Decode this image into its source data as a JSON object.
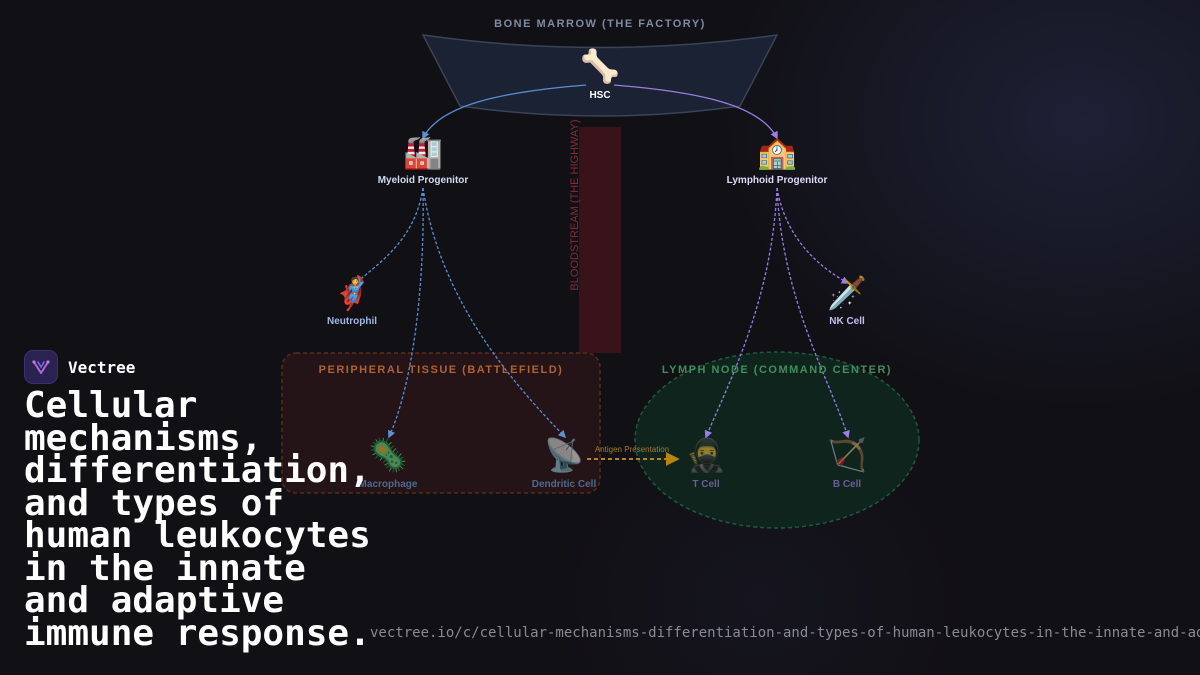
{
  "diagram": {
    "zones": {
      "bone_marrow": "BONE MARROW (THE FACTORY)",
      "bloodstream": "BLOODSTREAM (THE HIGHWAY)",
      "peripheral_tissue": "PERIPHERAL TISSUE (BATTLEFIELD)",
      "lymph_node": "LYMPH NODE (COMMAND CENTER)"
    },
    "nodes": {
      "hsc": {
        "label": "HSC",
        "icon": "bone-icon",
        "glyph": "🦴"
      },
      "myeloid": {
        "label": "Myeloid Progenitor",
        "icon": "factory-icon",
        "glyph": "🏭"
      },
      "lymphoid": {
        "label": "Lymphoid Progenitor",
        "icon": "school-icon",
        "glyph": "🏫"
      },
      "neutrophil": {
        "label": "Neutrophil",
        "icon": "superhero-icon",
        "glyph": "🦸"
      },
      "nk_cell": {
        "label": "NK Cell",
        "icon": "dagger-icon",
        "glyph": "🗡️"
      },
      "macrophage": {
        "label": "Macrophage",
        "icon": "microbe-icon",
        "glyph": "🦠"
      },
      "dendritic": {
        "label": "Dendritic Cell",
        "icon": "satellite-dish-icon",
        "glyph": "📡"
      },
      "t_cell": {
        "label": "T Cell",
        "icon": "ninja-icon",
        "glyph": "🥷"
      },
      "b_cell": {
        "label": "B Cell",
        "icon": "bow-and-arrow-icon",
        "glyph": "🏹"
      }
    },
    "edge_label": "Antigen Presentation",
    "colors": {
      "myeloid_line": "#5b8fd8",
      "lymphoid_line": "#9a7ee6",
      "antigen_line": "#b8860b",
      "bone_marrow_title": "#7f8aa3",
      "peripheral_title": "#b0632e",
      "lymph_title": "#3f8f5a",
      "bloodstream_title": "#8b2a35"
    }
  },
  "brand": {
    "name": "Vectree",
    "icon": "vectree-logo-icon"
  },
  "headline": "Cellular mechanisms, differentiation, and types of human leukocytes in the innate and adaptive immune response.",
  "url": "vectree.io/c/cellular-mechanisms-differentiation-and-types-of-human-leukocytes-in-the-innate-and-adaptive-immune-response"
}
